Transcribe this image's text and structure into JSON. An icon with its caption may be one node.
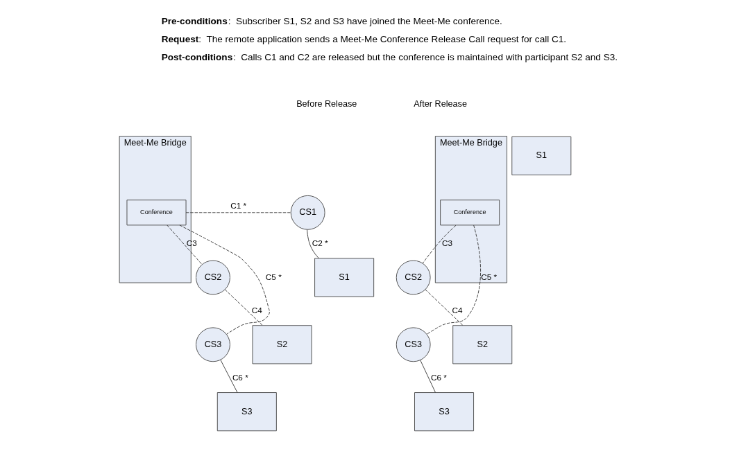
{
  "diagram": {
    "nodes": [
      {
        "text": [
          "Meet-Me Bridge"
        ]
      },
      {
        "text": [
          "Conference"
        ],
        "in": 0
      },
      {
        "text": [
          "CS1"
        ]
      },
      {
        "text": [
          "S1"
        ]
      },
      {
        "text": [
          "CS2"
        ]
      },
      {
        "text": [
          "S2"
        ]
      },
      {
        "text": [
          "CS3"
        ]
      },
      {
        "text": [
          "S3"
        ]
      },
      {
        "text": [
          "Meet-Me Bridge"
        ]
      },
      {
        "text": [
          "Conference"
        ],
        "in": 8
      },
      {
        "text": [
          "S1"
        ]
      },
      {
        "text": [
          "CS2"
        ]
      },
      {
        "text": [
          "S2"
        ]
      },
      {
        "text": [
          "CS3"
        ]
      },
      {
        "text": [
          "S3"
        ]
      }
    ],
    "edges": [
      {
        "from": 1,
        "to": 2,
        "arrow": "none",
        "label": "C1 *",
        "style": "dashed"
      },
      {
        "from": 2,
        "to": 3,
        "arrow": "none",
        "label": "C2 *"
      },
      {
        "from": 1,
        "to": 4,
        "arrow": "none",
        "label": "C3",
        "style": "dashed"
      },
      {
        "from": 4,
        "to": 5,
        "arrow": "none",
        "label": "C4",
        "style": "dashed"
      },
      {
        "from": 1,
        "to": 6,
        "arrow": "none",
        "label": "C5 *",
        "style": "dashed"
      },
      {
        "from": 6,
        "to": 7,
        "arrow": "none",
        "label": "C6 *"
      },
      {
        "from": 9,
        "to": 11,
        "arrow": "none",
        "label": "C3",
        "style": "dashed"
      },
      {
        "from": 11,
        "to": 12,
        "arrow": "none",
        "label": "C4",
        "style": "dashed"
      },
      {
        "from": 9,
        "to": 13,
        "arrow": "none",
        "label": "C5 *",
        "style": "dashed"
      },
      {
        "from": 13,
        "to": 14,
        "arrow": "none",
        "label": "C6 *"
      }
    ],
    "labels": [
      "**Pre-conditions**:  Subscriber S1, S2 and S3 have joined the Meet-Me conference.",
      "**Request**:  The remote application sends a Meet-Me Conference Release Call request for call C1.",
      "**Post-conditions**:  Calls C1 and C2 are released but the conference is maintained with participant S2 and S3.",
      "Before Release",
      "After Release"
    ]
  }
}
